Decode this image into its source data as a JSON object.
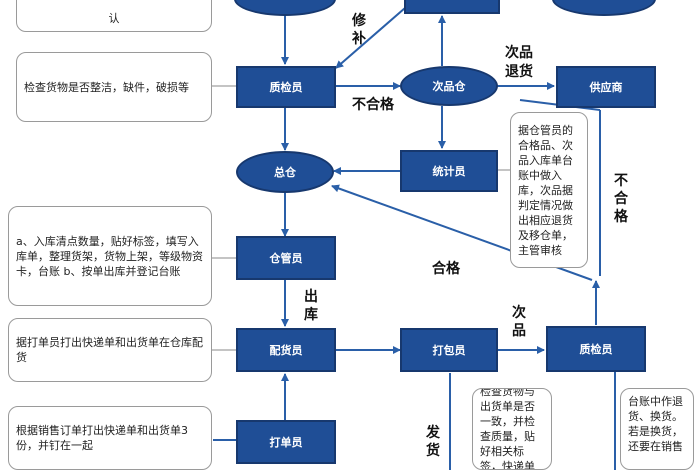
{
  "nodes": {
    "zhijianyuan_top": "质检员",
    "cipincang": "次品仓",
    "gongyingshang": "供应商",
    "zongcang": "总仓",
    "tongjiyuan": "统计员",
    "cangguanyuan": "仓管员",
    "peihuoyuan": "配货员",
    "dabaoyuan": "打包员",
    "zhijianyuan_bottom": "质检员",
    "dadanyuan": "打单员"
  },
  "notes": {
    "top_left_fragment": "认",
    "inspect_goods": "检查货物是否整洁，缺件，破损等",
    "statistician_note": "据仓管员的合格品、次品入库单台账中做入库，次品据判定情况做出相应退货及移仓单，主管审核",
    "warehouse_keeper_note": "a、入库清点数量，贴好标签，填写入库单，整理货架，货物上架，等级物资卡，台账 b、按单出库并登记台账",
    "picker_note": "据打单员打出快递单和出货单在仓库配货",
    "order_printer_note": "根据销售订单打出快递单和出货单3份，并钉在一起",
    "packer_note": "检查货物与出货单是否一致，并检查质量，贴好相关标签，快递单",
    "right_bottom_note": "台账中作退货、换货。若是换货，还要在销售"
  },
  "labels": {
    "repair": "修补",
    "defective_return": "次品退货",
    "unqualified_left": "不合格",
    "unqualified_right": "不合格",
    "qualified": "合格",
    "outbound": "出库",
    "defective": "次品",
    "ship": "发货"
  }
}
